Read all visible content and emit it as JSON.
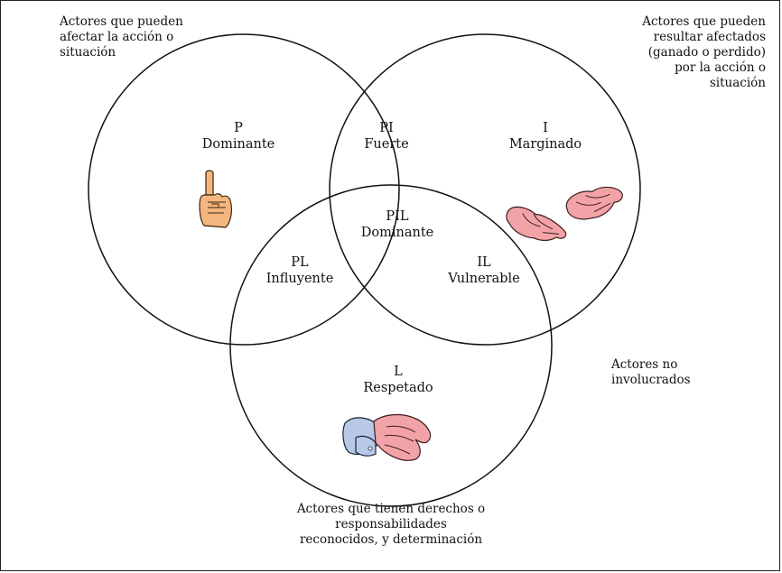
{
  "notes": {
    "top_left": "Actores que pueden\nafectar la acción o\nsituación",
    "top_right": "Actores que pueden\nresultar afectados\n(ganado o perdido)\npor la acción o\nsituación",
    "right_middle": "Actores no\ninvolucrados",
    "bottom": "Actores que tienen derechos o\nresponsabilidades\nreconocidos, y determinación"
  },
  "regions": {
    "p": {
      "code": "P",
      "name": "Dominante"
    },
    "pi": {
      "code": "PI",
      "name": "Fuerte"
    },
    "i": {
      "code": "I",
      "name": "Marginado"
    },
    "pil": {
      "code": "PIL",
      "name": "Dominante"
    },
    "pl": {
      "code": "PL",
      "name": "Influyente"
    },
    "il": {
      "code": "IL",
      "name": "Vulnerable"
    },
    "l": {
      "code": "L",
      "name": "Respetado"
    }
  },
  "icons": {
    "power": "raised-index-finger-hand-icon",
    "interest": "open-palms-hands-icon",
    "legitimacy": "handshake-icon"
  },
  "colors": {
    "skin": "#f4b67e",
    "pink_skin": "#f2a3a8",
    "sleeve": "#b7c9e6",
    "line": "#111111"
  }
}
